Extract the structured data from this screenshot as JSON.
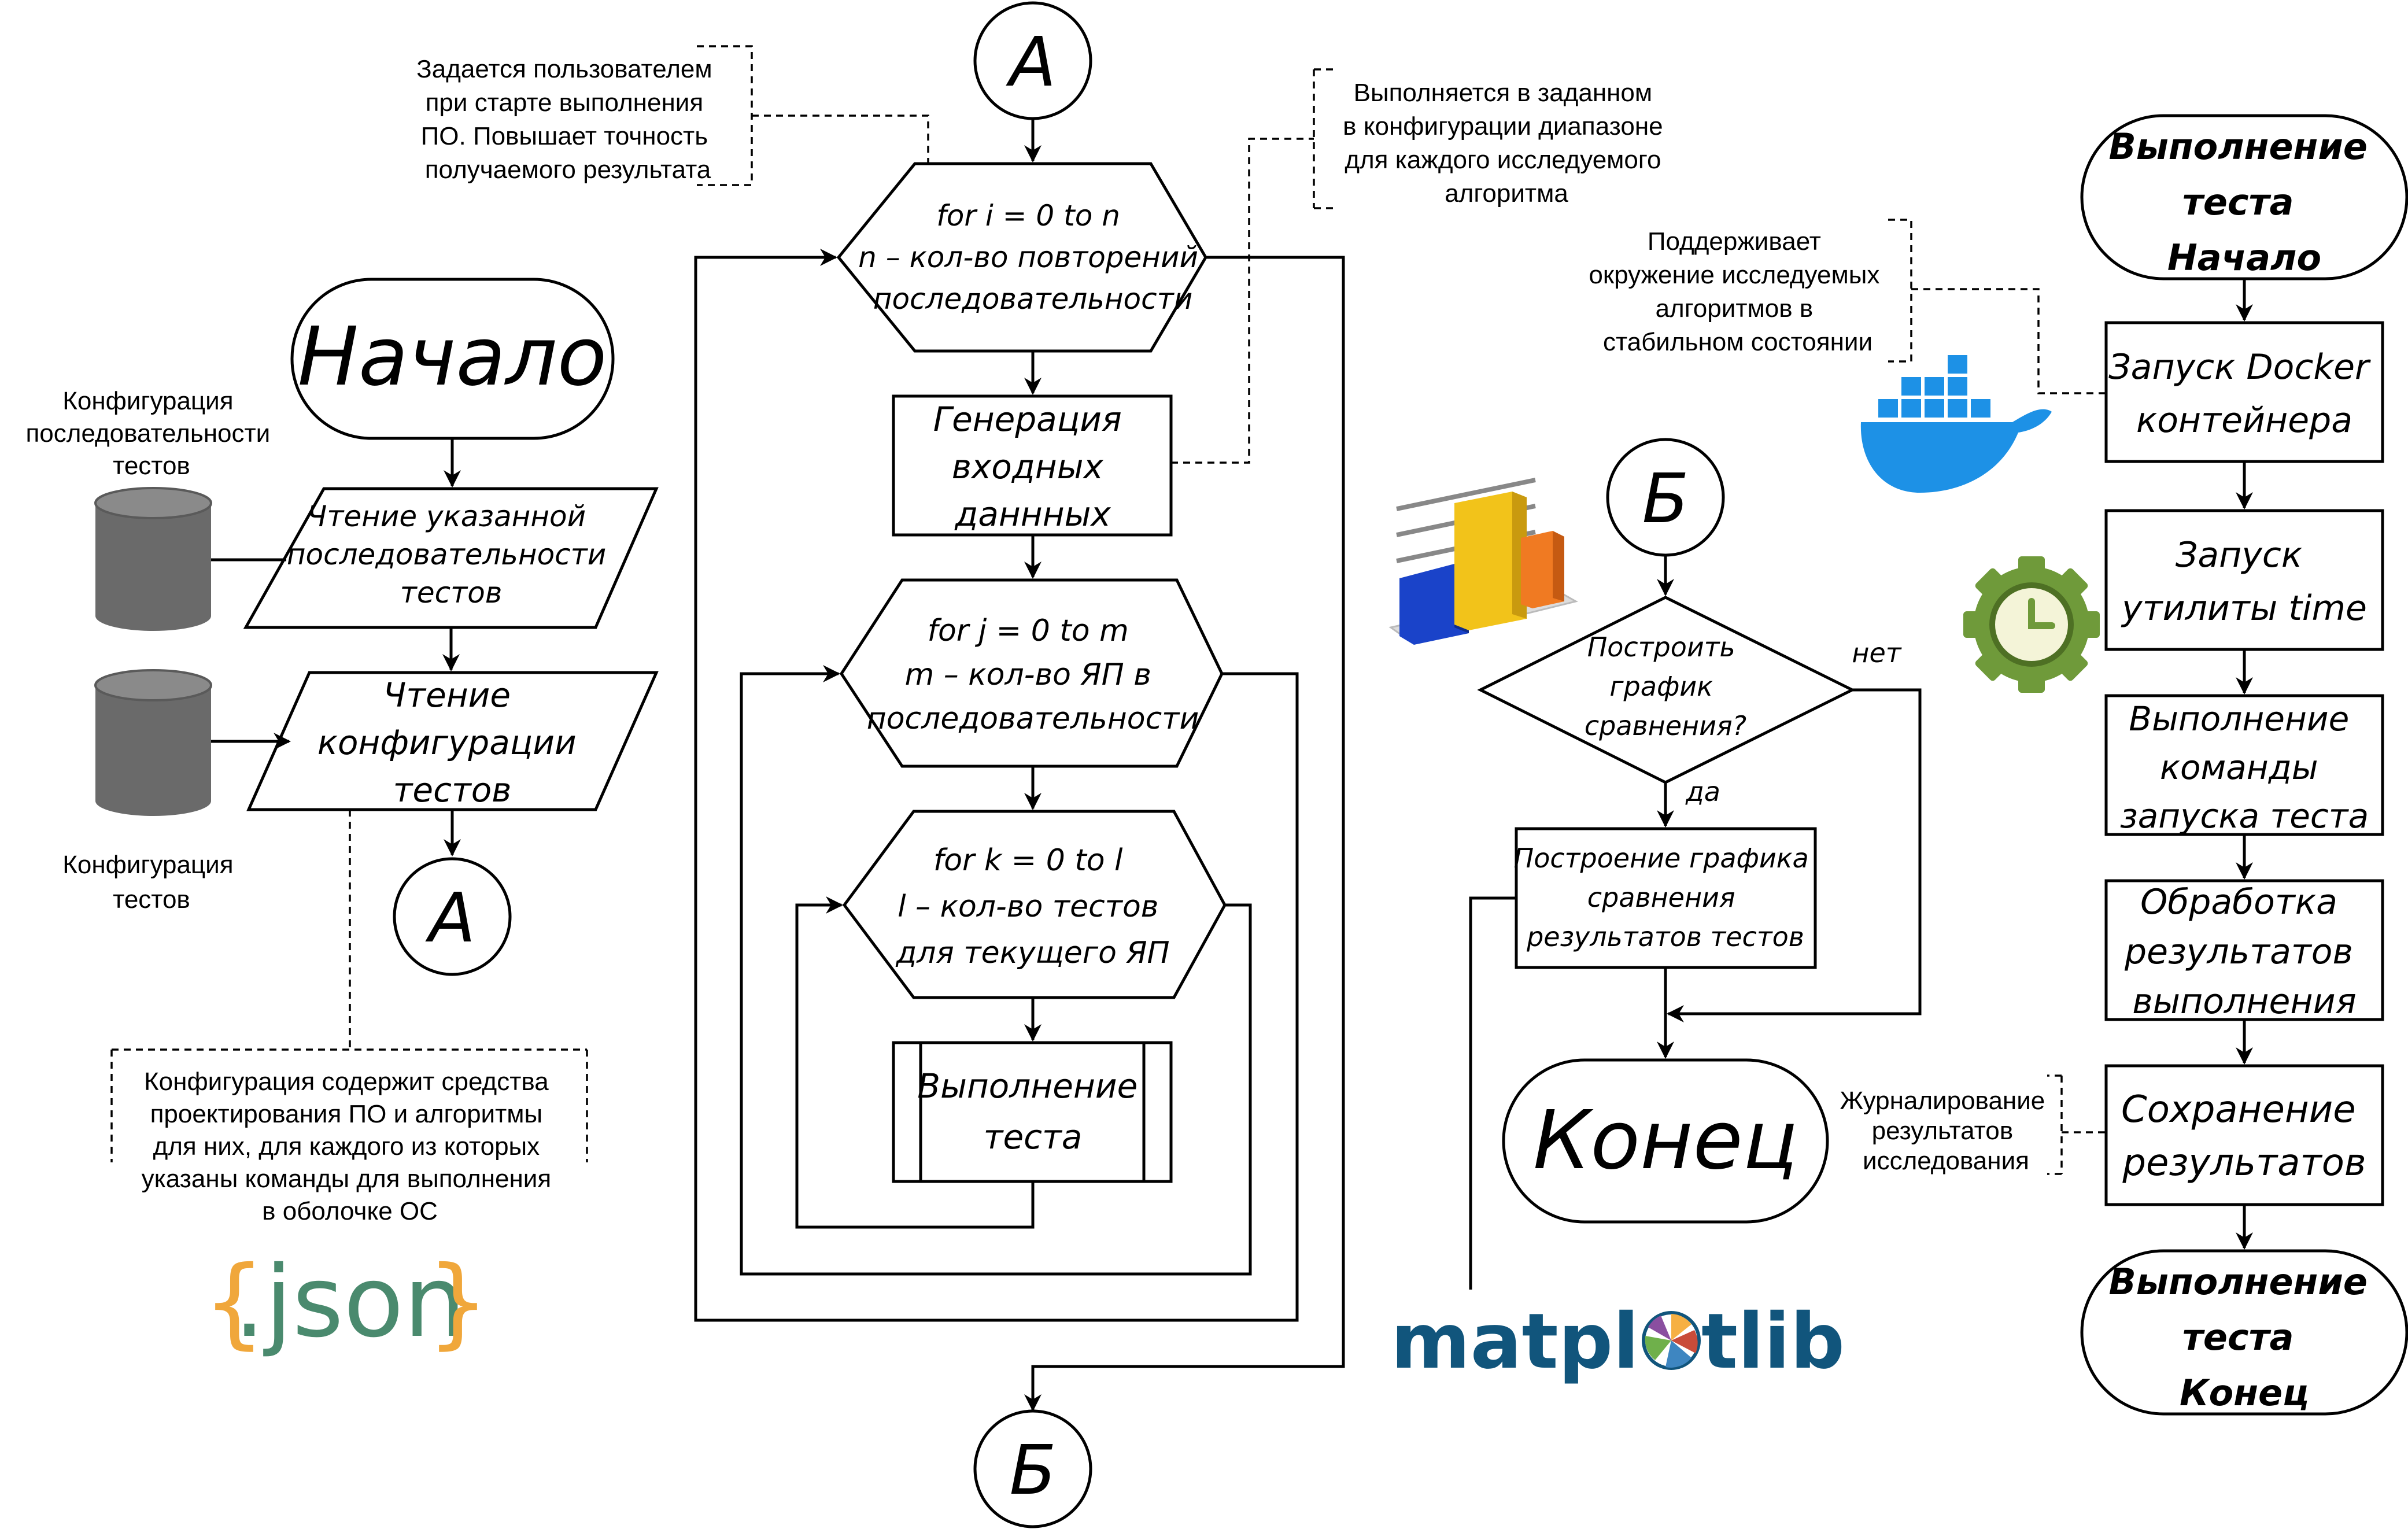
{
  "colors": {
    "line": "#000000",
    "cylinder": "#6a6a6a",
    "json_brace": "#f0a73b",
    "json_text": "#4a8a6e",
    "docker": "#1d91e6",
    "matplotlib_text": "#11557c",
    "gear": "#6f9a3a"
  },
  "icons": [
    "database-icon",
    "json-logo",
    "bar-chart-icon",
    "docker-whale-logo",
    "clock-gear-icon",
    "matplotlib-logo"
  ],
  "left": {
    "start": "Начало",
    "read_sequence": [
      "Чтение указанной",
      "последовательности",
      "тестов"
    ],
    "read_config": [
      "Чтение",
      "конфигурации",
      "тестов"
    ],
    "connector_a": "А",
    "db_sequence_label": [
      "Конфигурация",
      "последовательности",
      "тестов"
    ],
    "db_config_label": [
      "Конфигурация",
      "тестов"
    ],
    "note_config": [
      "Конфигурация содержит средства",
      "проектирования ПО и алгоритмы",
      "для них, для каждого из которых",
      "указаны команды для выполнения",
      "в оболочке ОС"
    ],
    "json_logo": {
      "open": "{",
      "text": ".json",
      "close": "}"
    }
  },
  "middle": {
    "connector_top": "А",
    "connector_bottom": "Б",
    "note_precision": [
      "Задается пользователем",
      "при старте выполнения",
      "ПО. Повышает точность",
      "получаемого результата"
    ],
    "note_generation": [
      "Выполняется в заданном",
      "в конфигурации диапазоне",
      "для каждого исследуемого",
      "алгоритма"
    ],
    "loop_i": [
      "for i = 0 to n",
      "n – кол-во повторений",
      "последовательности"
    ],
    "generate": [
      "Генерация",
      "входных",
      "даннных"
    ],
    "loop_j": [
      "for j = 0 to m",
      "m – кол-во ЯП в",
      "последовательности"
    ],
    "loop_k": [
      "for k = 0 to l",
      "l – кол-во тестов",
      "для текущего ЯП"
    ],
    "run_test": [
      "Выполнение",
      "теста"
    ]
  },
  "third": {
    "connector": "Б",
    "decision": [
      "Построить",
      "график",
      "сравнения?"
    ],
    "no_label": "нет",
    "yes_label": "да",
    "build_chart": [
      "Построение графика",
      "сравнения",
      "результатов тестов"
    ],
    "end": "Конец",
    "matplotlib_logo": {
      "left": "matpl",
      "right": "tlib"
    }
  },
  "right": {
    "start": [
      "Выполнение",
      "теста",
      "Начало"
    ],
    "docker": [
      "Запуск Docker",
      "контейнера"
    ],
    "time": [
      "Запуск",
      "утилиты time"
    ],
    "command": [
      "Выполнение",
      "команды",
      "запуска теста"
    ],
    "process": [
      "Обработка",
      "результатов",
      "выполнения"
    ],
    "save": [
      "Сохранение",
      "результатов"
    ],
    "end": [
      "Выполнение",
      "теста",
      "Конец"
    ],
    "note_docker": [
      "Поддерживает",
      "окружение исследуемых",
      "алгоритмов в",
      "стабильном состоянии"
    ],
    "note_log": [
      "Журналирование",
      "результатов",
      "исследования"
    ]
  }
}
